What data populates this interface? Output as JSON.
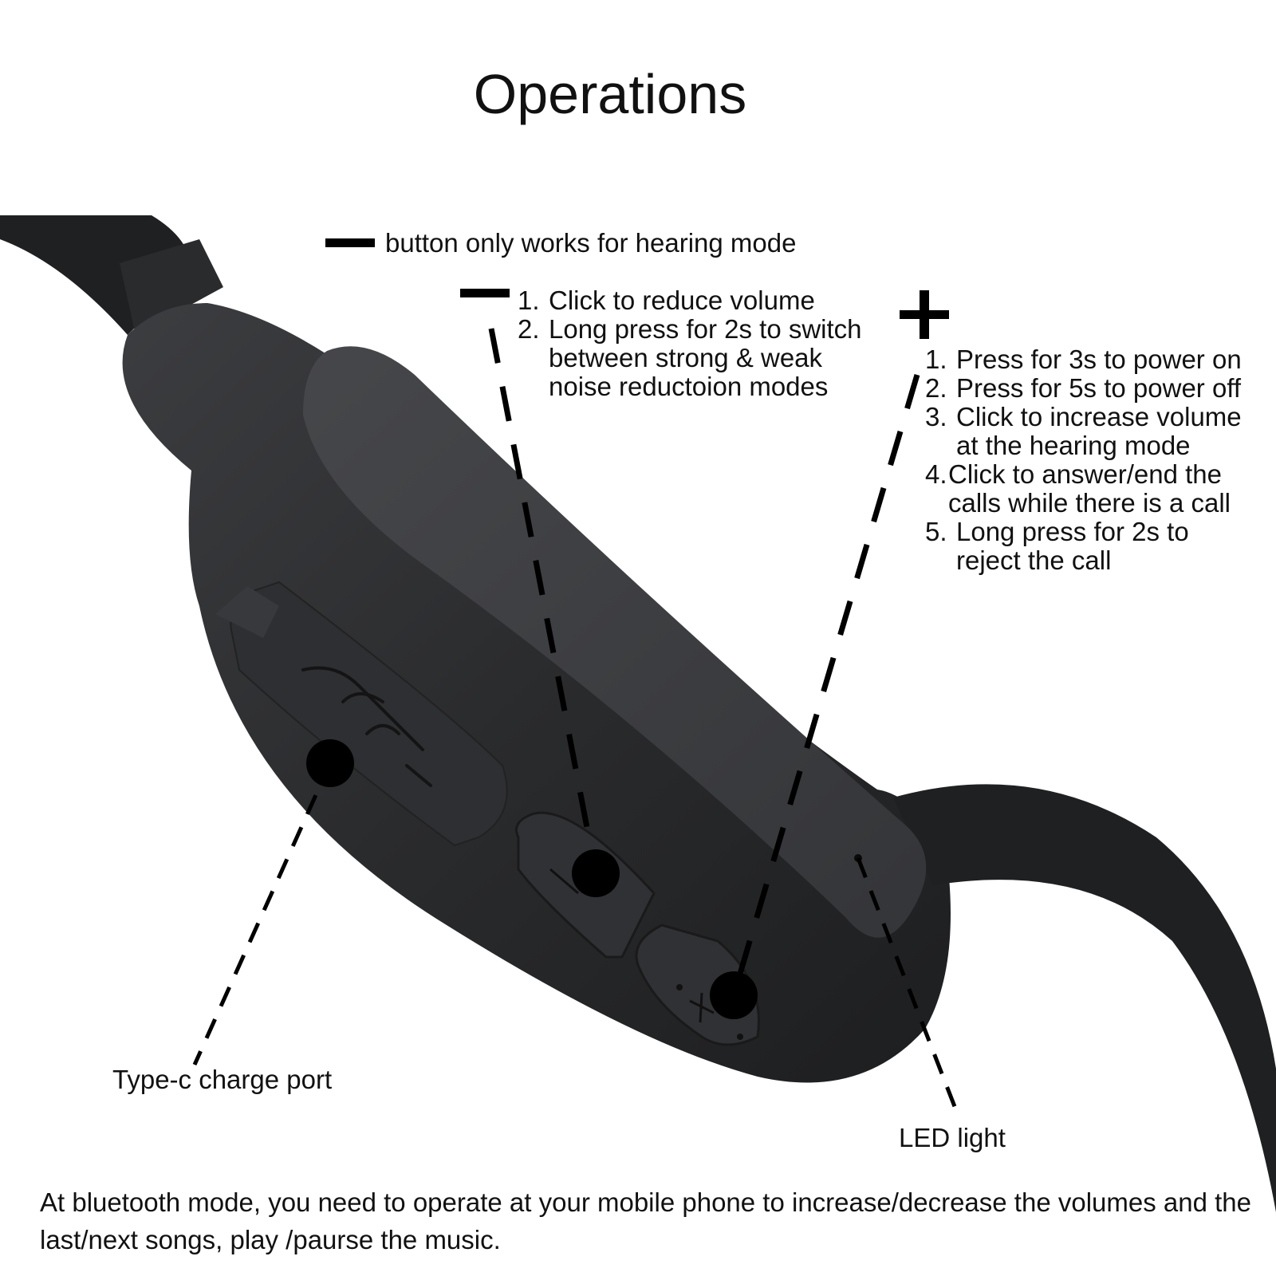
{
  "title": "Operations",
  "minus_note": "button only works for hearing mode",
  "minus_button": {
    "items": [
      {
        "num": "1.",
        "text": "Click to reduce volume"
      },
      {
        "num": "2.",
        "text": "Long press for 2s to switch\nbetween strong & weak\nnoise reductoion modes"
      }
    ]
  },
  "plus_button": {
    "items": [
      {
        "num": "1.",
        "text": "Press for 3s to power on"
      },
      {
        "num": "2.",
        "text": "Press for 5s to power off"
      },
      {
        "num": "3.",
        "text": "Click to increase volume\nat the hearing mode"
      },
      {
        "num": "4.",
        "text": "Click to answer/end the\ncalls while there is a call"
      },
      {
        "num": "5.",
        "text": "Long press for 2s to\nreject the call"
      }
    ]
  },
  "labels": {
    "charge_port": "Type-c charge port",
    "led": "LED light"
  },
  "footer": "At bluetooth mode, you need to operate at your mobile phone to increase/decrease the volumes and the last/next songs, play /paurse the music.",
  "colors": {
    "device_body": "#2b2c2e",
    "device_highlight": "#4a4b4e",
    "panel": "#3a3b3e",
    "leader": "#111111",
    "dot": "#000000"
  },
  "icons": [
    "usb-icon",
    "minus-icon",
    "plus-icon"
  ]
}
